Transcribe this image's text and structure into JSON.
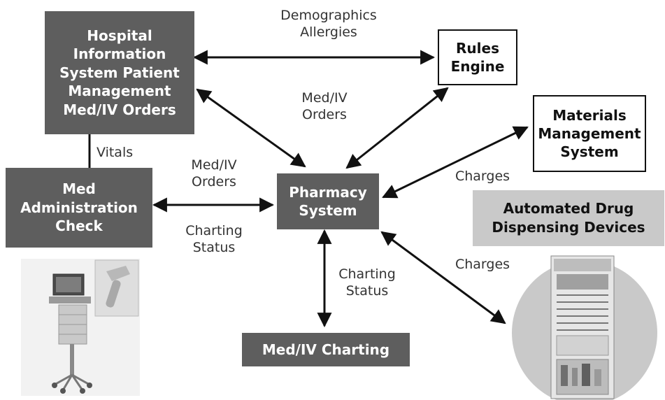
{
  "nodes": {
    "his": "Hospital\nInformation\nSystem Patient\nManagement\nMed/IV Orders",
    "rules": "Rules\nEngine",
    "materials": "Materials\nManagement\nSystem",
    "pharmacy": "Pharmacy\nSystem",
    "mac": "Med\nAdministration\nCheck",
    "charting": "Med/IV Charting",
    "adds": "Automated Drug\nDispensing Devices"
  },
  "edges": {
    "his_rules": "Demographics\nAllergies",
    "his_pharmacy": "Med/IV\nOrders",
    "his_mac": "Vitals",
    "mac_pharmacy_top": "Med/IV\nOrders",
    "mac_pharmacy_bottom": "Charting\nStatus",
    "pharmacy_materials": "Charges",
    "pharmacy_charting": "Charting\nStatus",
    "pharmacy_adds": "Charges"
  },
  "colors": {
    "dark_box": "#5e5e5e",
    "light_box": "#c9c9c9",
    "outline": "#111111",
    "arrow": "#111111"
  },
  "images": {
    "cart": "medication-cart-with-barcode-scanner",
    "cabinet": "automated-dispensing-cabinet"
  }
}
